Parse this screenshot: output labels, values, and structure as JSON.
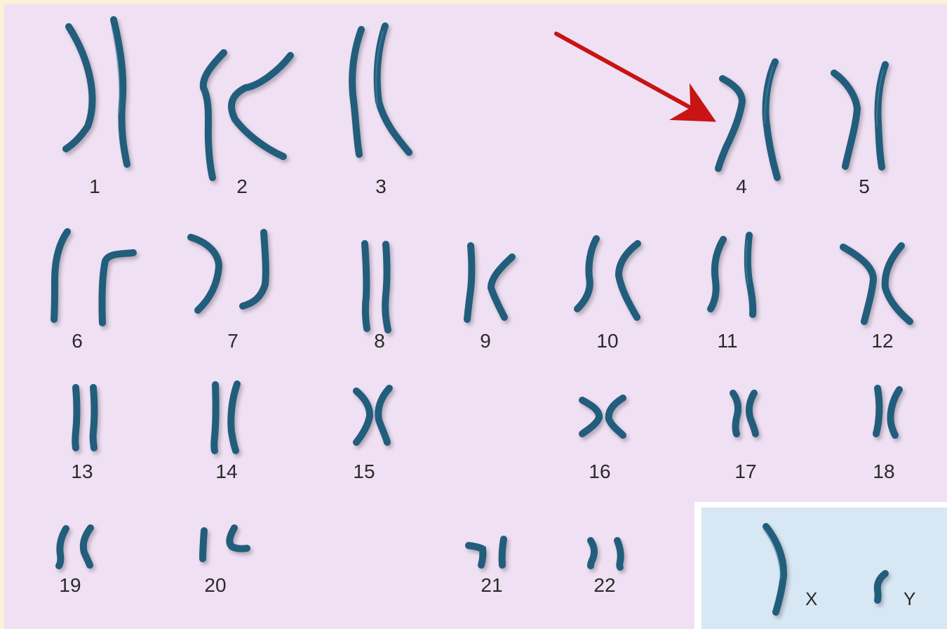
{
  "labels": [
    "1",
    "2",
    "3",
    "4",
    "5",
    "6",
    "7",
    "8",
    "9",
    "10",
    "11",
    "12",
    "13",
    "14",
    "15",
    "16",
    "17",
    "18",
    "19",
    "20",
    "21",
    "22"
  ],
  "sex_labels": [
    "X",
    "Y"
  ],
  "colors": {
    "outer_border": "#fbf1d6",
    "background": "#efe0f3",
    "chromosome": "#245d7b",
    "chromosome_highlight": "#4f8aa6",
    "arrow": "#c81414",
    "sex_panel": "#d7e7f4"
  },
  "annotations": {
    "arrow_points_to": "4"
  }
}
